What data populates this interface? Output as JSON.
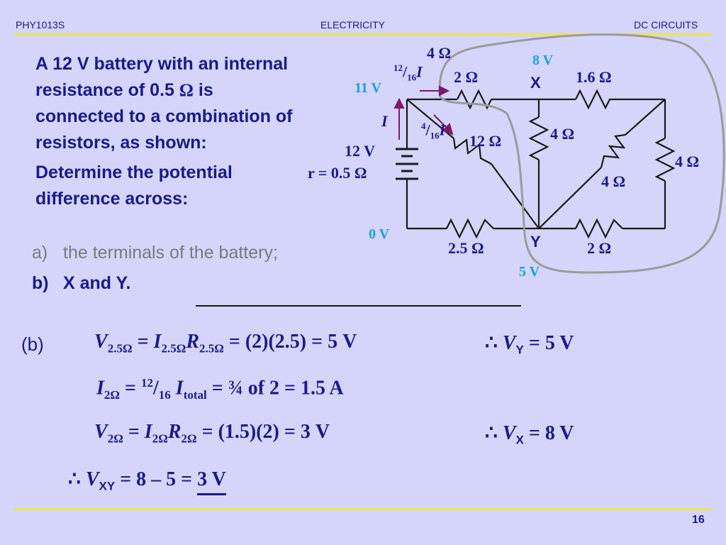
{
  "header": {
    "course": "PHY1013S",
    "topic": "ELECTRICITY",
    "section": "DC CIRCUITS"
  },
  "problem": {
    "p1_a": "A 12 V battery with an internal resistance of 0.5 ",
    "p1_ohm": "Ω",
    "p1_b": " is connected to a combination of resistors, as shown:",
    "p2": "Determine the potential difference across:",
    "a_label": "a)",
    "a_text": "the terminals of the battery;",
    "b_label": "b)",
    "b_text": "X and Y."
  },
  "circuit": {
    "r_top_4": "4 Ω",
    "node_x_voltage": "8 V",
    "node_x": "X",
    "left_top_voltage": "11 V",
    "current_12_16_num": "12",
    "current_12_16_den": "16",
    "current_I": "I",
    "current_4_16_num": "4",
    "current_4_16_den": "16",
    "r_2_top": "2 Ω",
    "r_1_6": "1.6 Ω",
    "r_12": "12 Ω",
    "r_mid_4": "4 Ω",
    "r_diag_4": "4 Ω",
    "r_right_4": "4 Ω",
    "battery_emf": "12 V",
    "battery_r": "r = 0.5 Ω",
    "zero_v": "0 V",
    "node_y": "Y",
    "r_2_5": "2.5 Ω",
    "r_2_bottom": "2 Ω",
    "node_y_voltage": "5 V"
  },
  "solution": {
    "label": "(b)",
    "l1_lhs_V": "V",
    "l1_sub1": "2.5Ω",
    "l1_eq": " = ",
    "l1_I": "I",
    "l1_sub2": "2.5Ω",
    "l1_R": "R",
    "l1_sub3": "2.5Ω",
    "l1_rhs": " = (2)(2.5) = 5 V",
    "l1_therefore": "∴ ",
    "l1_V": "V",
    "l1_subY": "Y",
    "l1_res": " = 5 V",
    "l2_I": "I",
    "l2_sub": "2Ω",
    "l2_eq": " = ",
    "l2_num": "12",
    "l2_den": "16",
    "l2_I2": " I",
    "l2_sub2": "total",
    "l2_rhs": " = ¾ of 2 = 1.5 A",
    "l3_V": "V",
    "l3_sub1": "2Ω",
    "l3_eq": " = ",
    "l3_I": "I",
    "l3_sub2": "2Ω",
    "l3_R": "R",
    "l3_sub3": "2Ω",
    "l3_rhs": " = (1.5)(2) = 3 V",
    "l3_therefore": "∴ ",
    "l3_V2": "V",
    "l3_subX": "X",
    "l3_res": " = 8 V",
    "l4_therefore": "∴ ",
    "l4_V": "V",
    "l4_sub": "XY",
    "l4_eq": " = 8 – 5 = ",
    "l4_ans": "3 V"
  },
  "page_number": "16",
  "colors": {
    "background": "#d5d5fb",
    "text": "#1a1a8c",
    "rule": "#f0e34a",
    "arrow": "#7a1a6a",
    "voltage": "#1aa0e0",
    "loop": "#9a9a9a"
  }
}
